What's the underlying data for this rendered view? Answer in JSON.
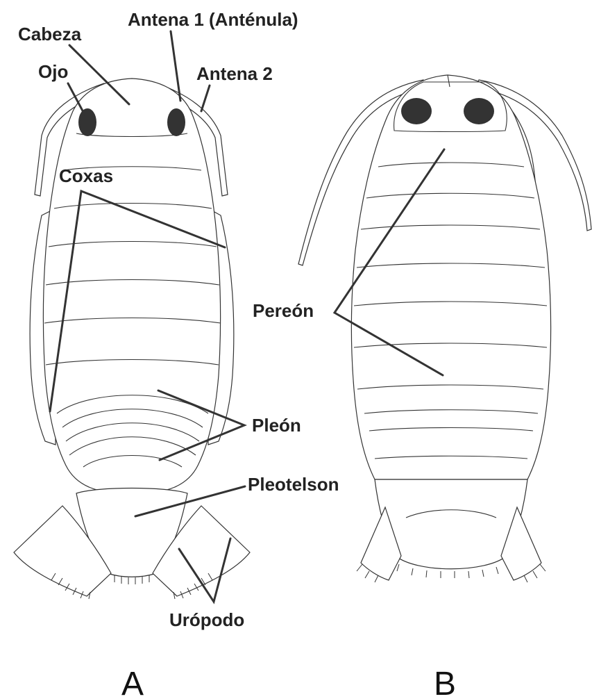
{
  "labels": {
    "cabeza": "Cabeza",
    "antena1": "Antena 1 (Anténula)",
    "ojo": "Ojo",
    "antena2": "Antena 2",
    "coxas": "Coxas",
    "pereon": "Pereón",
    "pleon": "Pleón",
    "pleotelson": "Pleotelson",
    "uropodo": "Urópodo"
  },
  "panels": {
    "a": "A",
    "b": "B"
  }
}
